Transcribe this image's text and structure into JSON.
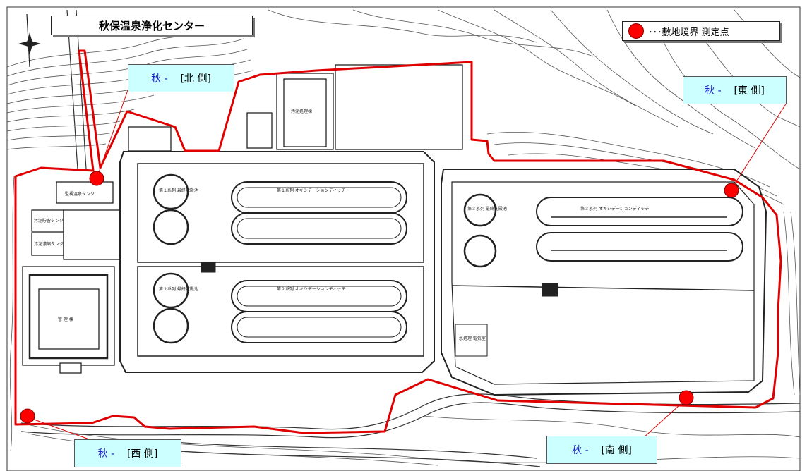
{
  "title": "秋保温泉浄化センター",
  "legend": {
    "label": "･･･敷地境界 測定点",
    "marker": "red-circle-icon"
  },
  "measurement_points": {
    "north": {
      "prefix": "秋 -",
      "side": "[北 側]"
    },
    "east": {
      "prefix": "秋 -",
      "side": "[東 側]"
    },
    "west": {
      "prefix": "秋 -",
      "side": "[西 側]"
    },
    "south": {
      "prefix": "秋 -",
      "side": "[南 側]"
    }
  },
  "facility_labels": {
    "tank_nw": "監視温泉タンク",
    "tank_w1": "汚泥貯留タンク",
    "tank_w2": "汚泥濃縮タンク",
    "admin_building": "管 理 棟",
    "upper_building": "汚泥処理棟",
    "series1_tank": "第１系列 最終沈殿池",
    "series1_ditch": "第１系列 オキシデーションディッチ",
    "series2_tank": "第２系列 最終沈殿池",
    "series2_ditch": "第２系列 オキシデーションディッチ",
    "series3_tank": "第３系列 最終沈殿池",
    "series3_ditch": "第３系列 オキシデーションディッチ",
    "electric_room": "水処理 電気室"
  },
  "colors": {
    "boundary": "#e00000",
    "marker": "#ff0000",
    "label_bg": "#ccffff",
    "prefix_text": "#1a1ad6"
  }
}
